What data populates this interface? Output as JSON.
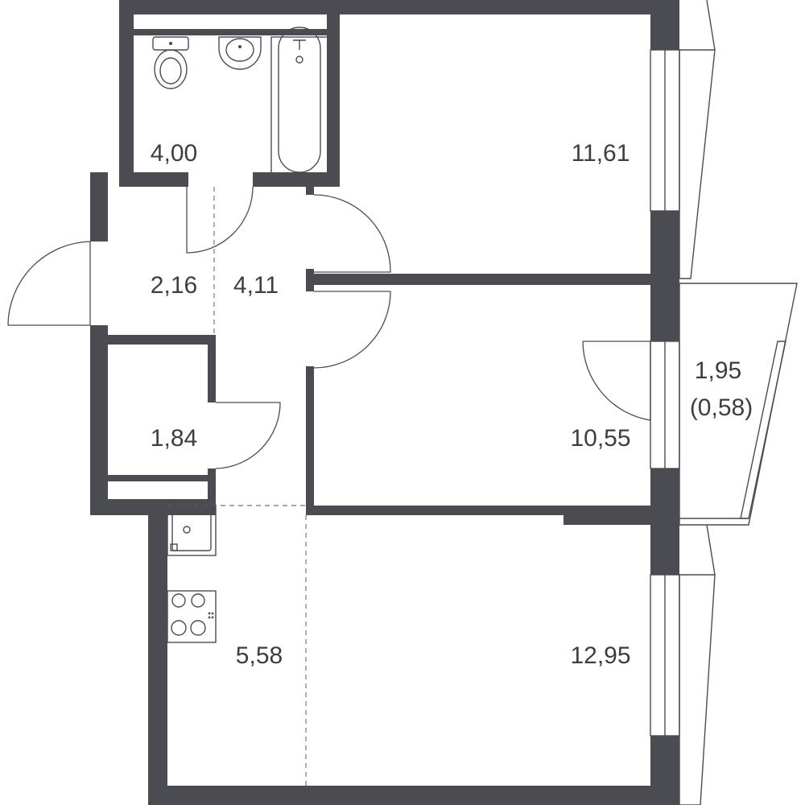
{
  "rooms": [
    {
      "id": "bathroom",
      "area": "4,00"
    },
    {
      "id": "bedroom-top",
      "area": "11,61"
    },
    {
      "id": "entry",
      "area": "2,16"
    },
    {
      "id": "hall",
      "area": "4,11"
    },
    {
      "id": "storage",
      "area": "1,84"
    },
    {
      "id": "bedroom-middle",
      "area": "10,55"
    },
    {
      "id": "balcony",
      "area": "1,95",
      "sub_area": "(0,58)"
    },
    {
      "id": "kitchen",
      "area": "5,58"
    },
    {
      "id": "living",
      "area": "12,95"
    }
  ],
  "colors": {
    "wall": "#4a4c52",
    "background": "#ffffff",
    "text": "#3c3e44"
  },
  "fixtures": [
    "toilet-icon",
    "washbasin-icon",
    "bathtub-icon",
    "kitchen-sink-icon",
    "cooktop-icon"
  ]
}
